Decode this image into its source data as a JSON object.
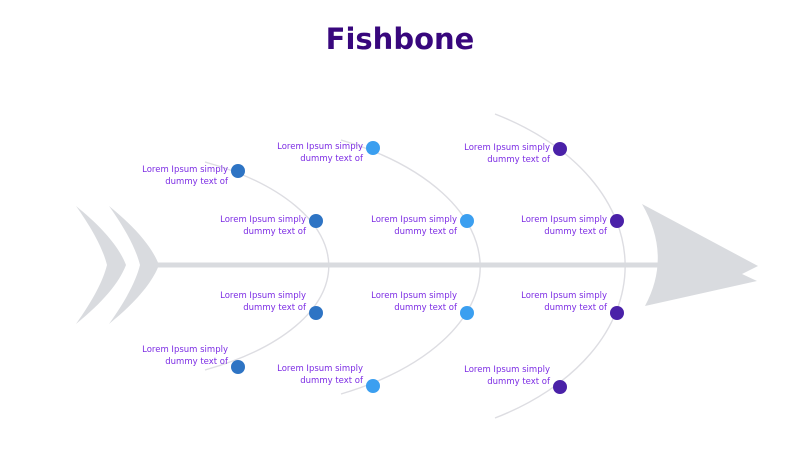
{
  "title": "Fishbone",
  "colors": {
    "title": "#38077d",
    "label": "#7c2ce4",
    "shape_gray": "#d9dbdf",
    "arc_stroke": "#dddde2"
  },
  "branches": [
    {
      "id": "branch-1",
      "dot_color": "#2e74c4",
      "items": [
        {
          "lines": [
            "Lorem Ipsum simply",
            "dummy text of"
          ]
        },
        {
          "lines": [
            "Lorem Ipsum simply",
            "dummy text of"
          ]
        },
        {
          "lines": [
            "Lorem Ipsum simply",
            "dummy text of"
          ]
        },
        {
          "lines": [
            "Lorem Ipsum simply",
            "dummy text of"
          ]
        }
      ]
    },
    {
      "id": "branch-2",
      "dot_color": "#3b9ff0",
      "items": [
        {
          "lines": [
            "Lorem Ipsum simply",
            "dummy text of"
          ]
        },
        {
          "lines": [
            "Lorem Ipsum simply",
            "dummy text of"
          ]
        },
        {
          "lines": [
            "Lorem Ipsum simply",
            "dummy text of"
          ]
        },
        {
          "lines": [
            "Lorem Ipsum simply",
            "dummy text of"
          ]
        }
      ]
    },
    {
      "id": "branch-3",
      "dot_color": "#4a21a8",
      "items": [
        {
          "lines": [
            "Lorem Ipsum simply",
            "dummy text of"
          ]
        },
        {
          "lines": [
            "Lorem Ipsum simply",
            "dummy text of"
          ]
        },
        {
          "lines": [
            "Lorem Ipsum simply",
            "dummy text of"
          ]
        },
        {
          "lines": [
            "Lorem Ipsum simply",
            "dummy text of"
          ]
        }
      ]
    }
  ]
}
